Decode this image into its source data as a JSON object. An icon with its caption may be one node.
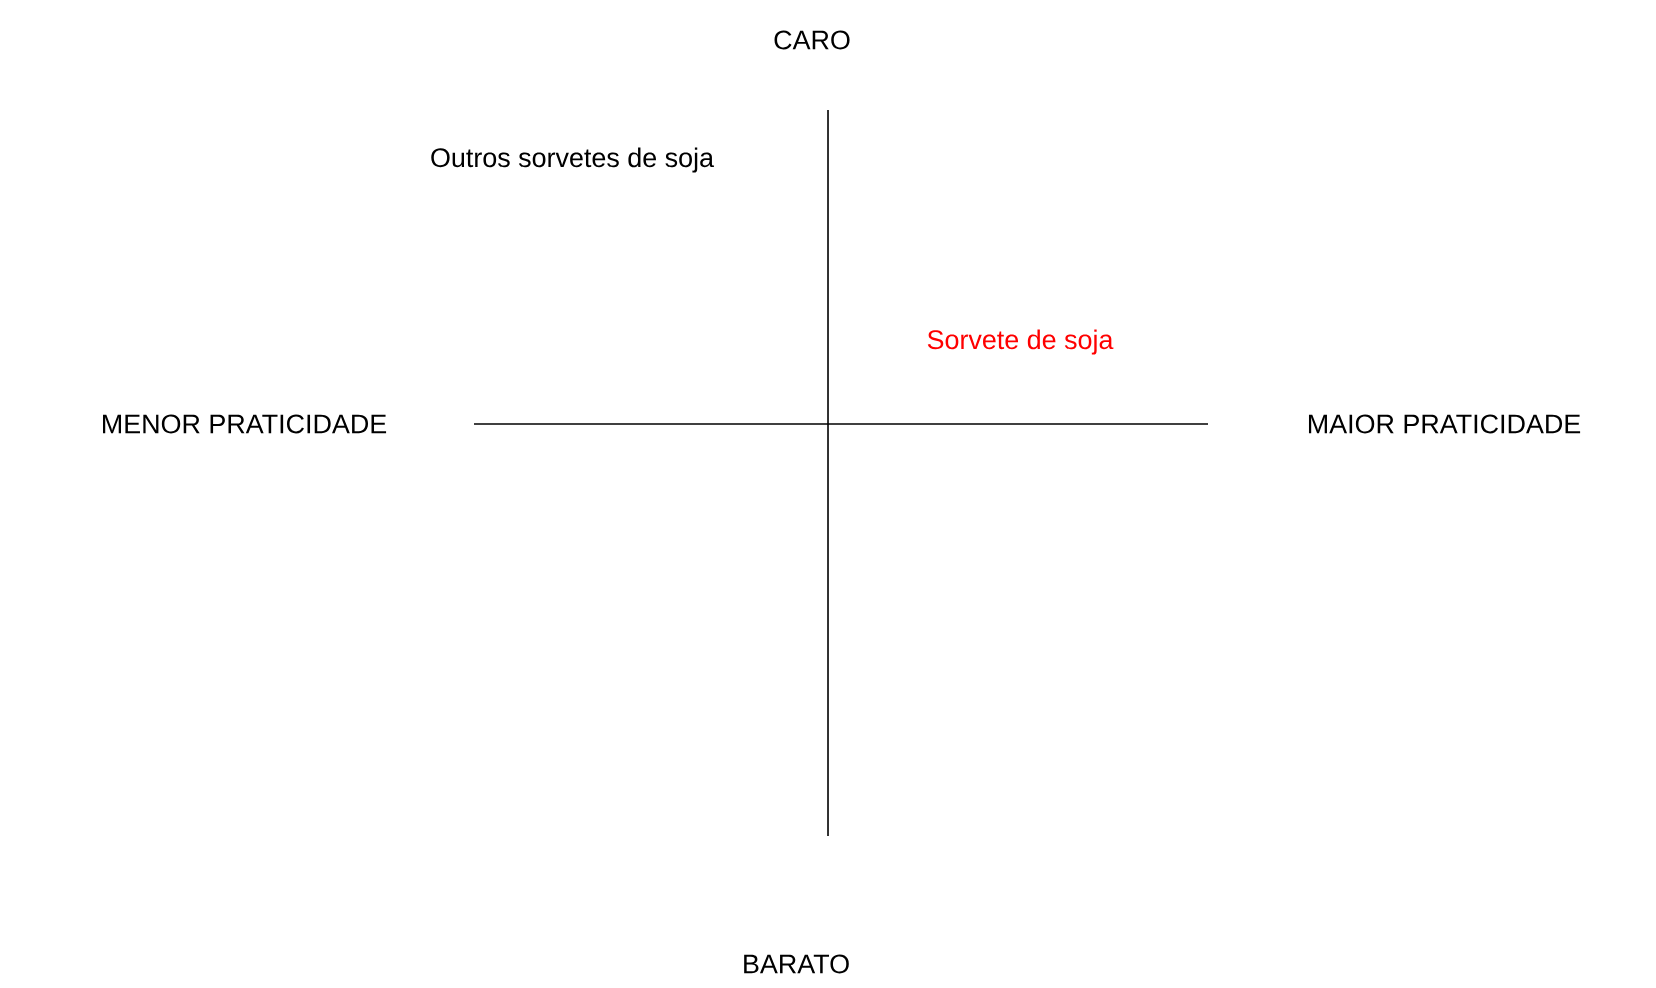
{
  "diagram": {
    "labels": [
      "CARO",
      "Outros sorvetes de soja",
      "Sorvete de soja",
      "MENOR PRATICIDADE",
      "MAIOR PRATICIDADE",
      "BARATO"
    ]
  }
}
